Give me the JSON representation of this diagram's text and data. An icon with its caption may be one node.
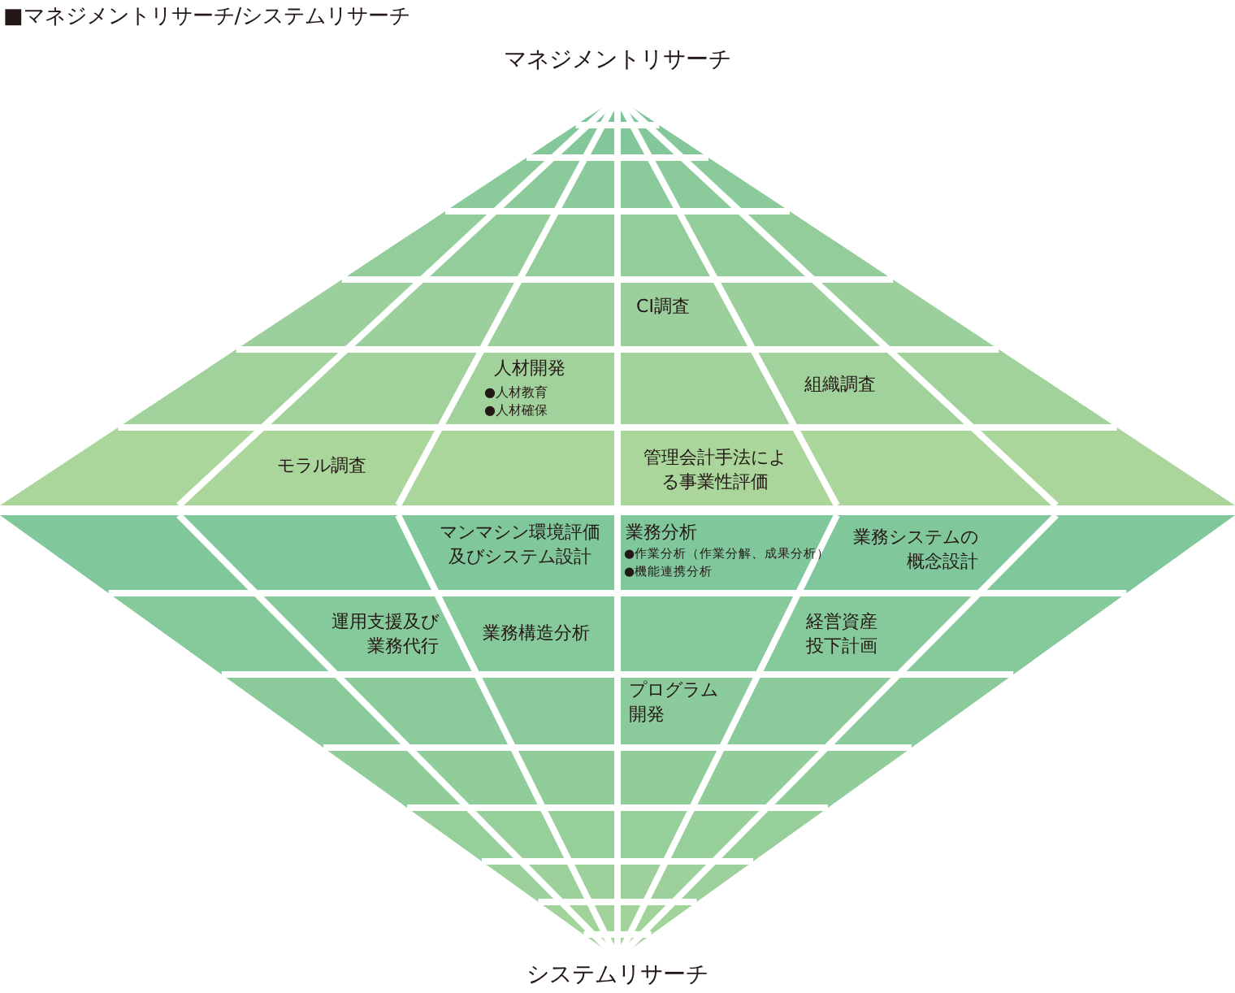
{
  "diagram": {
    "title": "■マネジメントリサーチ/システムリサーチ",
    "labels": [
      "マネジメントリサーチ",
      "CI調査",
      "人材開発",
      "●人材教育",
      "●人材確保",
      "組織調査",
      "モラル調査",
      "管理会計手法による事業性評価",
      "マンマシン環境評価及びシステム設計",
      "業務分析",
      "●作業分析（作業分解、成果分析）",
      "●機能連携分析",
      "業務システムの概念設計",
      "運用支援及び業務代行",
      "業務構造分析",
      "経営資産投下計画",
      "プログラム開発",
      "システムリサーチ"
    ]
  }
}
